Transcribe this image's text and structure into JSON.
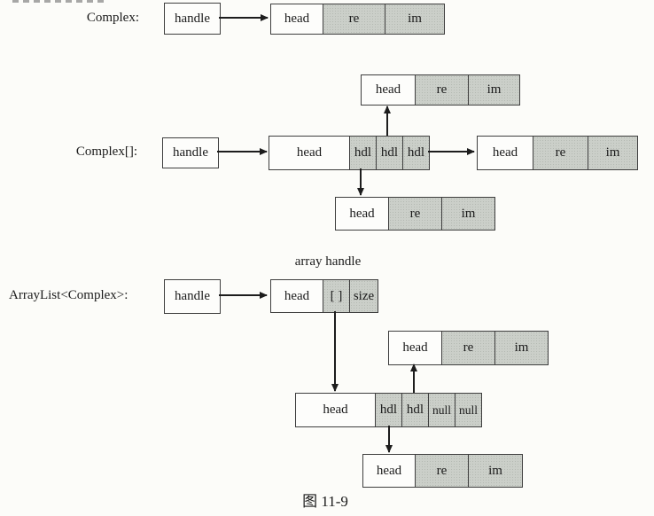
{
  "caption": "图 11-9",
  "colors": {
    "shaded_cell": "#cbcfc9",
    "border": "#3e3e3e",
    "ink": "#1b1b1b",
    "page_background": "#fcfcf9"
  },
  "rows": {
    "complex": {
      "label": "Complex:",
      "handle_label": "handle",
      "object": {
        "cells": [
          "head",
          "re",
          "im"
        ]
      }
    },
    "complex_array": {
      "label": "Complex[]:",
      "handle_label": "handle",
      "array_object": {
        "cells": [
          "head",
          "hdl",
          "hdl",
          "hdl"
        ]
      },
      "upper_element": {
        "cells": [
          "head",
          "re",
          "im"
        ]
      },
      "right_element": {
        "cells": [
          "head",
          "re",
          "im"
        ]
      },
      "lower_element": {
        "cells": [
          "head",
          "re",
          "im"
        ]
      }
    },
    "arraylist": {
      "label": "ArrayList<Complex>:",
      "array_handle_caption": "array handle",
      "handle_label": "handle",
      "list_object": {
        "cells": [
          "head",
          "[ ]",
          "size"
        ]
      },
      "element_object": {
        "cells": [
          "head",
          "re",
          "im"
        ]
      },
      "backing_array": {
        "cells": [
          "head",
          "hdl",
          "hdl",
          "null",
          "null"
        ]
      },
      "lower_element": {
        "cells": [
          "head",
          "re",
          "im"
        ]
      }
    }
  }
}
